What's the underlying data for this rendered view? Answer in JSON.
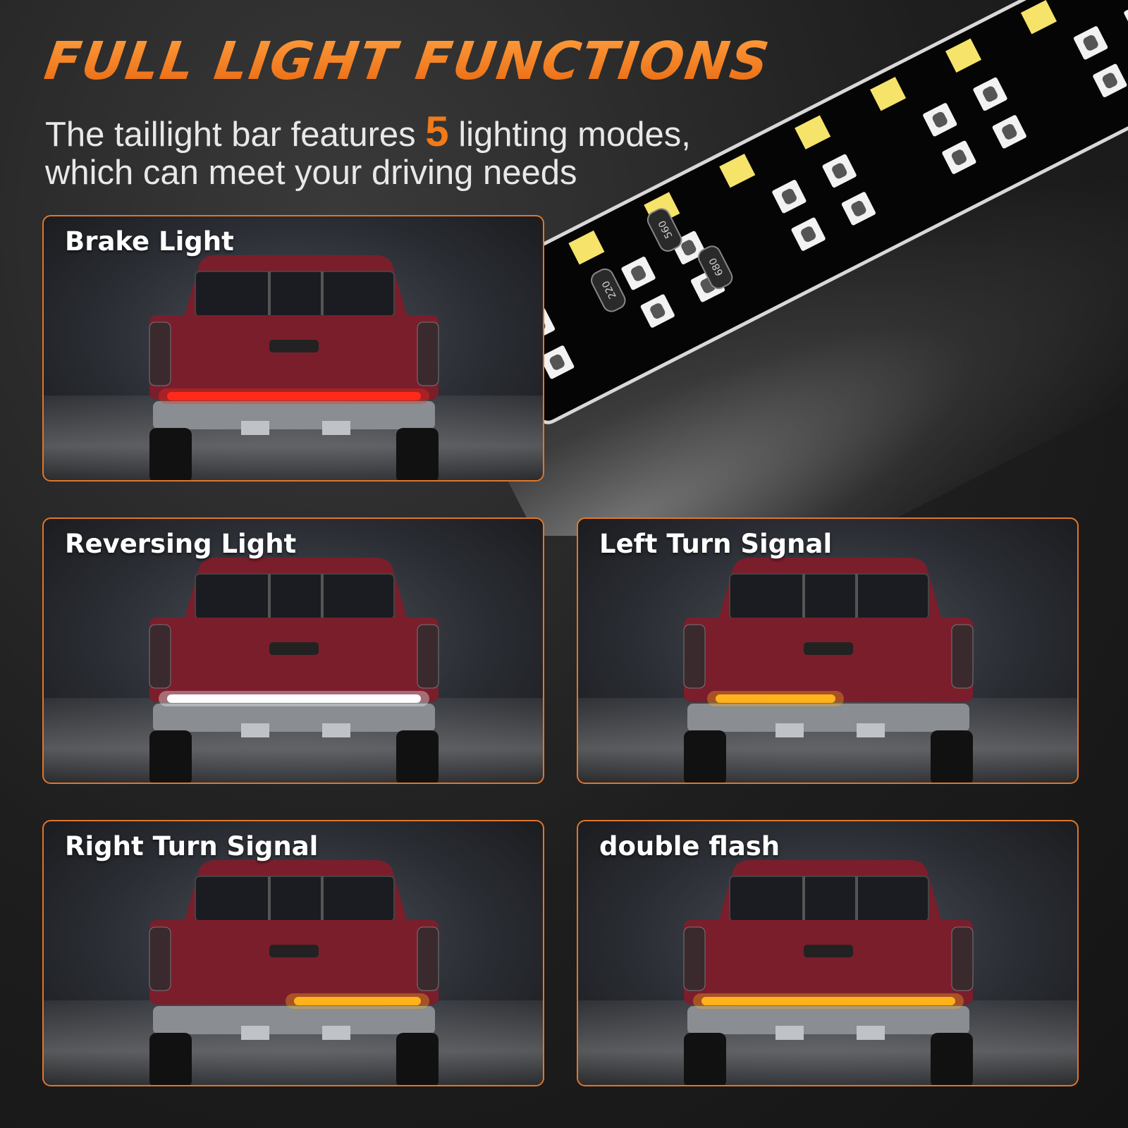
{
  "header": {
    "title": "FULL LIGHT FUNCTIONS",
    "subtitle_pre": "The taillight bar features ",
    "subtitle_number": "5",
    "subtitle_post": " lighting modes,",
    "subtitle_line2": "which can meet your driving needs"
  },
  "strip": {
    "resistor_labels": [
      "220",
      "560",
      "680"
    ]
  },
  "modes": [
    {
      "label": "Brake Light",
      "bar": "full",
      "color": "#ff2a1a"
    },
    {
      "label": "Reversing Light",
      "bar": "full",
      "color": "#ffffff"
    },
    {
      "label": "Left Turn Signal",
      "bar": "left",
      "color": "#ffb21c"
    },
    {
      "label": "Right Turn Signal",
      "bar": "right",
      "color": "#ffb21c"
    },
    {
      "label": "double flash",
      "bar": "full",
      "color": "#ffb21c"
    }
  ],
  "colors": {
    "accent": "#f07a1a",
    "panel_border": "#e0762a",
    "truck_body": "#7a1e2c"
  }
}
